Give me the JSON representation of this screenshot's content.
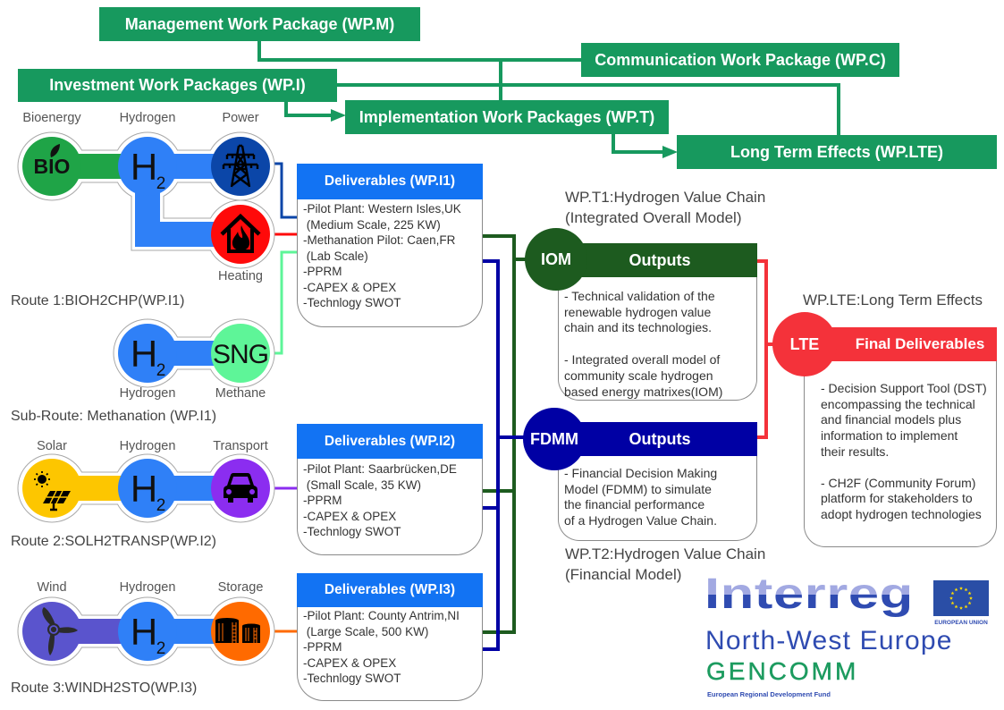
{
  "colors": {
    "wp_green": "#17995e",
    "deliverable_blue": "#1273f3",
    "iom_green": "#1d5b1f",
    "fdmm_navy": "#0000a4",
    "lte_red": "#f4323a",
    "bio_green": "#1fa447",
    "hydrogen_blue": "#2f80f7",
    "power_blue": "#0b46a8",
    "heating_red": "#ff0a0a",
    "sng_green": "#5ef598",
    "solar_yellow": "#fdc600",
    "transport_purple": "#8b2df0",
    "wind_purple": "#5a54cd",
    "storage_orange": "#ff6a00",
    "eu_blue": "#2a4ea6",
    "eu_star": "#ffdd00",
    "interreg_light": "#a2a9e2",
    "interreg_dark": "#2f4bb1",
    "gencomm_green": "#1c9b5f"
  },
  "work_packages": {
    "management": "Management Work Package (WP.M)",
    "communication": "Communication Work Package (WP.C)",
    "investment": "Investment Work Packages (WP.I)",
    "implementation": "Implementation Work Packages (WP.T)",
    "long_term_effects": "Long Term Effects (WP.LTE)"
  },
  "routes": {
    "route1": {
      "title": "Route 1:BIOH2CHP(WP.I1)",
      "nodes": [
        {
          "label": "Bioenergy",
          "icon": "bio-icon",
          "text": "BIO"
        },
        {
          "label": "Hydrogen",
          "icon": "hydrogen-icon",
          "symbol": "H",
          "subscript": "2"
        },
        {
          "label": "Power",
          "icon": "power-tower-icon"
        },
        {
          "label": "Heating",
          "icon": "house-flame-icon"
        }
      ]
    },
    "methanation": {
      "title": "Sub-Route: Methanation (WP.I1)",
      "nodes": [
        {
          "label": "Hydrogen",
          "icon": "hydrogen-icon",
          "symbol": "H",
          "subscript": "2"
        },
        {
          "label": "Methane",
          "icon": "sng-icon",
          "text": "SNG"
        }
      ]
    },
    "route2": {
      "title": "Route 2:SOLH2TRANSP(WP.I2)",
      "nodes": [
        {
          "label": "Solar",
          "icon": "solar-panel-icon"
        },
        {
          "label": "Hydrogen",
          "icon": "hydrogen-icon",
          "symbol": "H",
          "subscript": "2"
        },
        {
          "label": "Transport",
          "icon": "car-icon"
        }
      ]
    },
    "route3": {
      "title": "Route 3:WINDH2STO(WP.I3)",
      "nodes": [
        {
          "label": "Wind",
          "icon": "wind-turbine-icon"
        },
        {
          "label": "Hydrogen",
          "icon": "hydrogen-icon",
          "symbol": "H",
          "subscript": "2"
        },
        {
          "label": "Storage",
          "icon": "storage-tank-icon"
        }
      ]
    }
  },
  "deliverables": [
    {
      "title": "Deliverables (WP.I1)",
      "items": [
        "-Pilot Plant: Western Isles,UK",
        " (Medium Scale, 225 KW)",
        "-Methanation Pilot: Caen,FR",
        " (Lab Scale)",
        "-PPRM",
        "-CAPEX & OPEX",
        "-Technlogy SWOT"
      ]
    },
    {
      "title": "Deliverables (WP.I2)",
      "items": [
        "-Pilot Plant: Saarbrücken,DE",
        " (Small Scale, 35 KW)",
        "-PPRM",
        "-CAPEX & OPEX",
        "-Technlogy SWOT"
      ]
    },
    {
      "title": "Deliverables (WP.I3)",
      "items": [
        "-Pilot Plant: County Antrim,NI",
        " (Large Scale, 500 KW)",
        "-PPRM",
        "-CAPEX & OPEX",
        "-Technlogy SWOT"
      ]
    }
  ],
  "outputs": {
    "iom": {
      "title_line1": "WP.T1:Hydrogen Value Chain",
      "title_line2": "(Integrated Overall Model)",
      "badge": "IOM",
      "header": "Outputs",
      "paragraphs": [
        [
          "- Technical validation of the",
          "renewable hydrogen value",
          "chain and its technologies."
        ],
        [
          "- Integrated overall model of",
          "community scale hydrogen",
          "based energy matrixes(IOM)"
        ]
      ]
    },
    "fdmm": {
      "title_line1": "WP.T2:Hydrogen Value Chain",
      "title_line2": "(Financial Model)",
      "badge": "FDMM",
      "header": "Outputs",
      "paragraphs": [
        [
          "- Financial Decision Making",
          "Model (FDMM) to simulate",
          "the financial performance",
          "of a Hydrogen Value Chain."
        ]
      ]
    }
  },
  "long_term_effects": {
    "title": "WP.LTE:Long Term Effects",
    "badge": "LTE",
    "header": "Final Deliverables",
    "paragraphs": [
      [
        "- Decision Support Tool (DST)",
        "encompassing the technical",
        "and financial models plus",
        "information to implement",
        "their results."
      ],
      [
        "- CH2F (Community Forum)",
        "platform for stakeholders to",
        "adopt hydrogen technologies"
      ]
    ]
  },
  "logo": {
    "interreg": "Interreg",
    "eu_label": "EUROPEAN UNION",
    "region": "North-West Europe",
    "project": "GENCOMM",
    "fund": "European Regional Development Fund"
  }
}
